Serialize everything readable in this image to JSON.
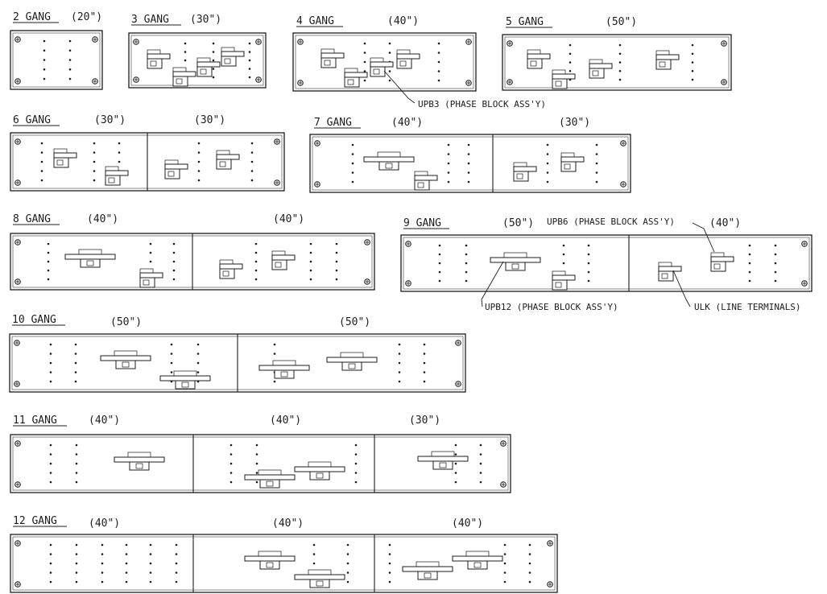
{
  "panels": [
    {
      "label": "2 GANG",
      "sizes": [
        "(20\")"
      ]
    },
    {
      "label": "3 GANG",
      "sizes": [
        "(30\")"
      ]
    },
    {
      "label": "4 GANG",
      "sizes": [
        "(40\")"
      ]
    },
    {
      "label": "5 GANG",
      "sizes": [
        "(50\")"
      ]
    },
    {
      "label": "6 GANG",
      "sizes": [
        "(30\")",
        "(30\")"
      ]
    },
    {
      "label": "7 GANG",
      "sizes": [
        "(40\")",
        "(30\")"
      ]
    },
    {
      "label": "8 GANG",
      "sizes": [
        "(40\")",
        "(40\")"
      ]
    },
    {
      "label": "9 GANG",
      "sizes": [
        "(50\")",
        "(40\")"
      ]
    },
    {
      "label": "10 GANG",
      "sizes": [
        "(50\")",
        "(50\")"
      ]
    },
    {
      "label": "11 GANG",
      "sizes": [
        "(40\")",
        "(40\")",
        "(30\")"
      ]
    },
    {
      "label": "12 GANG",
      "sizes": [
        "(40\")",
        "(40\")",
        "(40\")"
      ]
    }
  ],
  "annotations": {
    "upb3": "UPB3 (PHASE BLOCK ASS'Y)",
    "upb6": "UPB6 (PHASE BLOCK ASS'Y)",
    "upb12": "UPB12 (PHASE BLOCK ASS'Y)",
    "ulk": "ULK (LINE TERMINALS)"
  },
  "colors": {
    "ink": "#1c1c1c",
    "paper": "#ffffff"
  }
}
